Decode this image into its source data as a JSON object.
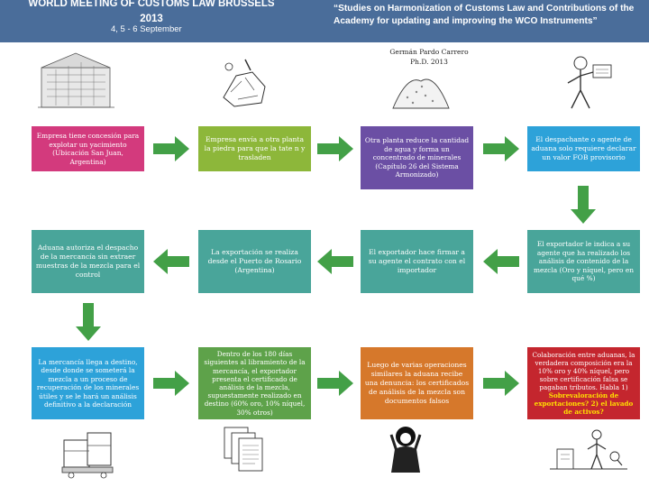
{
  "header": {
    "title": "WORLD MEETING OF CUSTOMS LAW BRUSSELS 2013",
    "date": "4, 5 - 6 September",
    "study": "“Studies on Harmonization of Customs Law and Contributions of the Academy for updating and improving the WCO Instruments”"
  },
  "author": {
    "name": "Germán Pardo Carrero",
    "title": "Ph.D. 2013"
  },
  "steps": {
    "s1": "Empresa tiene concesión para explotar un yacimiento (Ubicación San Juan, Argentina)",
    "s2": "Empresa envía a otra planta la piedra para que la tate n y trasladen",
    "s3": "Otra planta reduce la cantidad de agua y forma un concentrado de minerales (Capítulo 26 del Sistema Armonizado)",
    "s4": "El despachante o agente de aduana solo requiere declarar un valor FOB provisorio",
    "s5": "El exportador le indica a su agente que ha realizado los análisis de contenido de la mezcla (Oro y níquel, pero en qué %)",
    "s6": "El exportador hace firmar a su agente el contrato con el importador",
    "s7": "La exportación se realiza desde el Puerto de Rosario (Argentina)",
    "s8": "Aduana autoriza el despacho de la mercancía sin extraer muestras de la mezcla para el control",
    "s9": "La mercancía llega a destino, desde donde se someterá la mezcla a un proceso de recuperación de los minerales útiles y se le hará un análisis definitivo a la declaración",
    "s10": "Dentro de los 180 días siguientes al libramiento de la mercancía, el exportador presenta el certificado de análisis de la mezcla, supuestamente realizado en destino (60% oro, 10% níquel, 30% otros)",
    "s11": "Luego de varias operaciones similares la aduana recibe una denuncia: los certificados de análisis de la mezcla son documentos falsos",
    "s12a": "Colaboración entre aduanas, la verdadera composición era la 10% oro y 40% níquel, pero sobre certificación falsa se pagaban tributos. Habla 1)",
    "s12b": "Sobrevaloración de exportaciones? 2) el lavado de activos?"
  },
  "icons": {
    "i1": "mine-building-icon",
    "i2": "stone-cutting-icon",
    "i3": "mineral-pile-icon",
    "i4": "customs-agent-icon",
    "i5": "cargo-boxes-icon",
    "i6": "documents-icon",
    "i7": "worried-person-icon",
    "i8": "investigator-icon"
  },
  "colors": {
    "header": "#4a6d9a",
    "arrow": "#43a047"
  }
}
